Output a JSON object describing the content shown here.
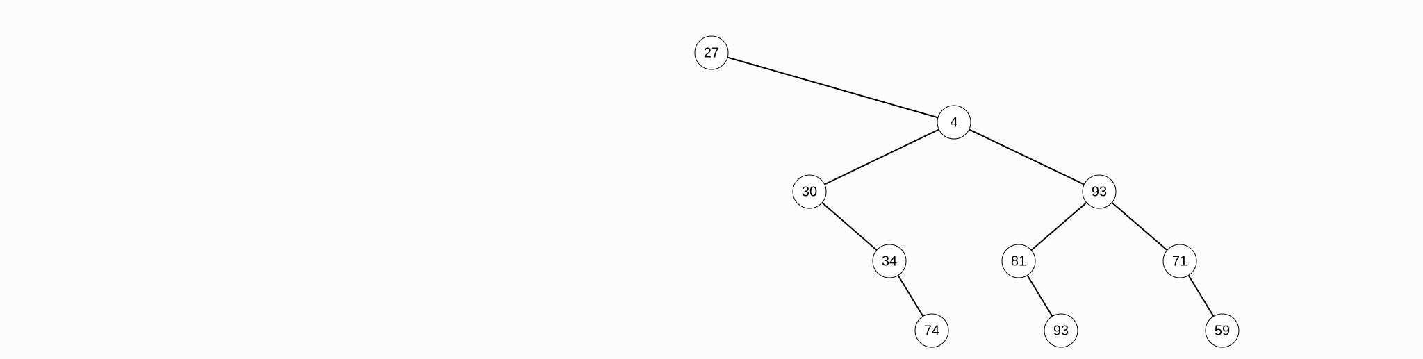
{
  "tree": {
    "nodes": [
      {
        "id": "n27",
        "label": "27"
      },
      {
        "id": "n4",
        "label": "4"
      },
      {
        "id": "n30",
        "label": "30"
      },
      {
        "id": "n93a",
        "label": "93"
      },
      {
        "id": "n34",
        "label": "34"
      },
      {
        "id": "n81",
        "label": "81"
      },
      {
        "id": "n71",
        "label": "71"
      },
      {
        "id": "n74",
        "label": "74"
      },
      {
        "id": "n93b",
        "label": "93"
      },
      {
        "id": "n59",
        "label": "59"
      }
    ],
    "edges": [
      {
        "from": "n27",
        "to": "n4"
      },
      {
        "from": "n4",
        "to": "n30"
      },
      {
        "from": "n4",
        "to": "n93a"
      },
      {
        "from": "n30",
        "to": "n34"
      },
      {
        "from": "n34",
        "to": "n74"
      },
      {
        "from": "n93a",
        "to": "n81"
      },
      {
        "from": "n93a",
        "to": "n71"
      },
      {
        "from": "n81",
        "to": "n93b"
      },
      {
        "from": "n71",
        "to": "n59"
      }
    ]
  }
}
